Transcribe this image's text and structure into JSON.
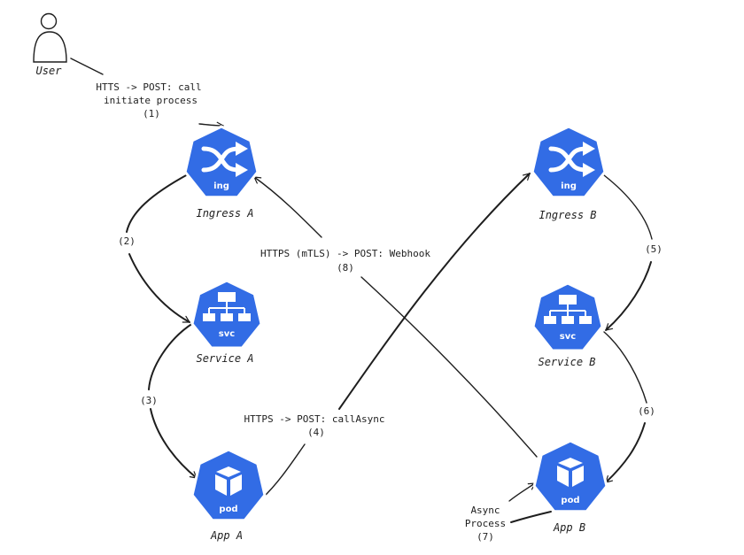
{
  "colors": {
    "k8s_blue": "#326ce5",
    "ink": "#1e1e1e"
  },
  "actor": {
    "label": "User",
    "icon": "user-icon"
  },
  "nodes": {
    "ingress_a": {
      "label": "Ingress A",
      "badge": "ing",
      "icon": "ingress-icon"
    },
    "service_a": {
      "label": "Service A",
      "badge": "svc",
      "icon": "service-icon"
    },
    "app_a": {
      "label": "App A",
      "badge": "pod",
      "icon": "pod-icon"
    },
    "ingress_b": {
      "label": "Ingress B",
      "badge": "ing",
      "icon": "ingress-icon"
    },
    "service_b": {
      "label": "Service B",
      "badge": "svc",
      "icon": "service-icon"
    },
    "app_b": {
      "label": "App B",
      "badge": "pod",
      "icon": "pod-icon"
    }
  },
  "edges": {
    "e1": {
      "line1": "HTTS -> POST: call",
      "line2": "initiate process",
      "step": "(1)"
    },
    "e2": {
      "step": "(2)"
    },
    "e3": {
      "step": "(3)"
    },
    "e4": {
      "line1": "HTTPS -> POST: callAsync",
      "step": "(4)"
    },
    "e5": {
      "step": "(5)"
    },
    "e6": {
      "step": "(6)"
    },
    "e7": {
      "line1": "Async",
      "line2": "Process",
      "step": "(7)"
    },
    "e8": {
      "line1": "HTTPS (mTLS) -> POST: Webhook",
      "step": "(8)"
    }
  }
}
